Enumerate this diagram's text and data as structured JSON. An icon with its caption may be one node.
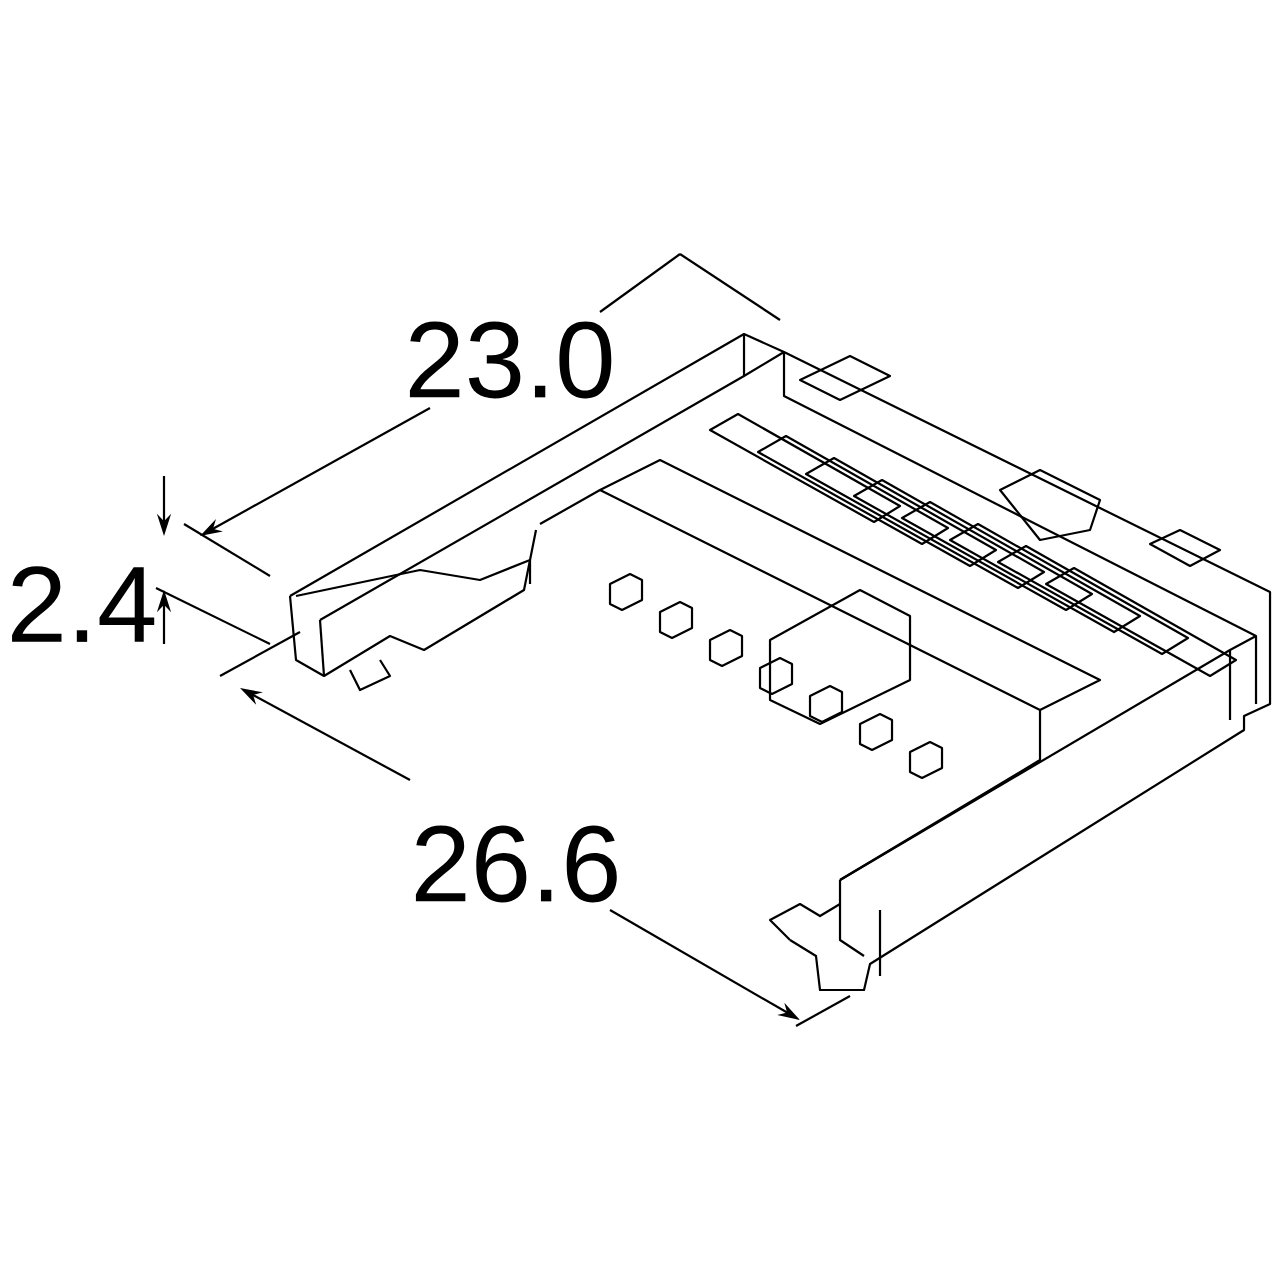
{
  "diagram": {
    "labels": [
      "23.0",
      "2.4",
      "26.6"
    ]
  }
}
